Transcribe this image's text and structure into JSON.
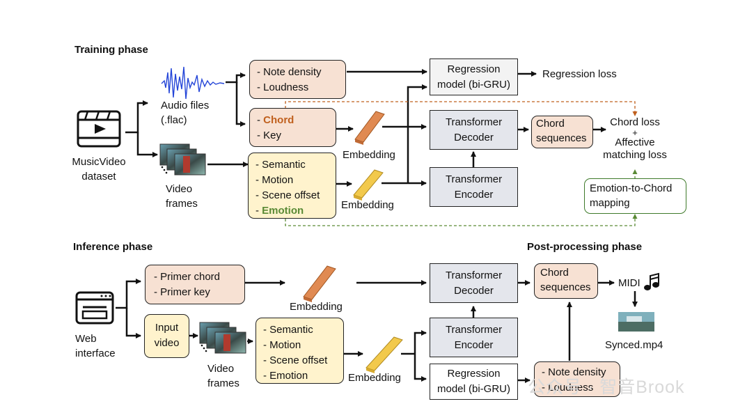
{
  "training": {
    "title": "Training phase",
    "dataset_label": [
      "MusicVideo",
      "dataset"
    ],
    "audio_label": [
      "Audio files",
      "(.flac)"
    ],
    "video_label": [
      "Video",
      "frames"
    ],
    "box_density": [
      "- Note density",
      "- Loudness"
    ],
    "box_chord_key": [
      "- Chord",
      "- Key"
    ],
    "box_video_feats": [
      "- Semantic",
      "- Motion",
      "- Scene offset",
      "- Emotion"
    ],
    "embedding1": "Embedding",
    "embedding2": "Embedding",
    "regression": [
      "Regression",
      "model (bi-GRU)"
    ],
    "regression_loss": "Regression loss",
    "decoder": [
      "Transformer",
      "Decoder"
    ],
    "encoder": [
      "Transformer",
      "Encoder"
    ],
    "chord_seq": [
      "Chord",
      "sequences"
    ],
    "loss_text": [
      "Chord loss",
      "+",
      "Affective",
      "matching loss"
    ],
    "mapping": [
      "Emotion-to-Chord",
      "mapping"
    ]
  },
  "inference": {
    "title": "Inference phase",
    "web_label": [
      "Web",
      "interface"
    ],
    "box_primer": [
      "- Primer chord",
      "- Primer key"
    ],
    "input_video": [
      "Input",
      "video"
    ],
    "video_label": [
      "Video",
      "frames"
    ],
    "box_video_feats": [
      "- Semantic",
      "- Motion",
      "- Scene offset",
      "- Emotion"
    ],
    "embedding1": "Embedding",
    "embedding2": "Embedding",
    "decoder": [
      "Transformer",
      "Decoder"
    ],
    "encoder": [
      "Transformer",
      "Encoder"
    ],
    "regression": [
      "Regression",
      "model (bi-GRU)"
    ]
  },
  "postprocessing": {
    "title": "Post-processing phase",
    "chord_seq": [
      "Chord",
      "sequences"
    ],
    "midi": "MIDI",
    "note_icon": "music-note-icon",
    "synced": "Synced.mp4",
    "box_density": [
      "- Note density",
      "- Loudness"
    ]
  },
  "watermark": "公众号 · 智音Brook",
  "colors": {
    "peach": "#f7e1d3",
    "cream": "#fff3cd",
    "gray": "#e4e6ec",
    "chord_orange": "#c0601e",
    "emotion_green": "#5a8a35",
    "mapping_border": "#3e7a2a",
    "embed_orange": "#e08a52",
    "embed_yellow": "#f2c94c"
  }
}
